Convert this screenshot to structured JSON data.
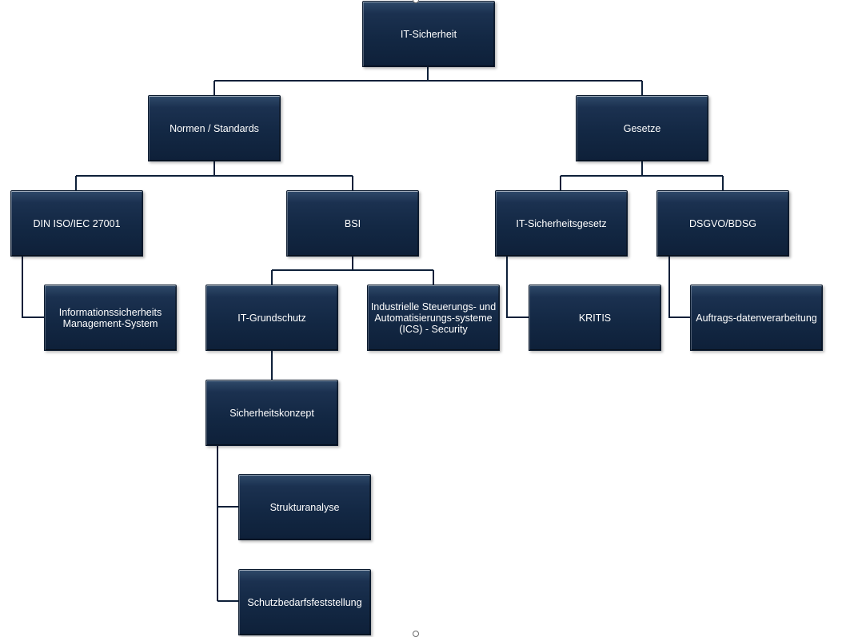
{
  "diagram": {
    "colors": {
      "node_fill": "#132844",
      "node_text": "#ffffff",
      "connector": "#0e2039"
    },
    "nodes": {
      "root": "IT-Sicherheit",
      "normen": "Normen / Standards",
      "gesetze": "Gesetze",
      "din": "DIN ISO/IEC 27001",
      "bsi": "BSI",
      "itsig": "IT-Sicherheitsgesetz",
      "dsgvo": "DSGVO/BDSG",
      "isms": "Informationssicherheits\nManagement-System",
      "grundschutz": "IT-Grundschutz",
      "ics": "Industrielle Steuerungs- und\nAutomatisierungs-systeme\n(ICS) - Security",
      "kritis": "KRITIS",
      "auftrag": "Auftrags-datenverarbeitung",
      "konzept": "Sicherheitskonzept",
      "struktur": "Strukturanalyse",
      "schutzbedarf": "Schutzbedarfsfeststellung"
    }
  }
}
